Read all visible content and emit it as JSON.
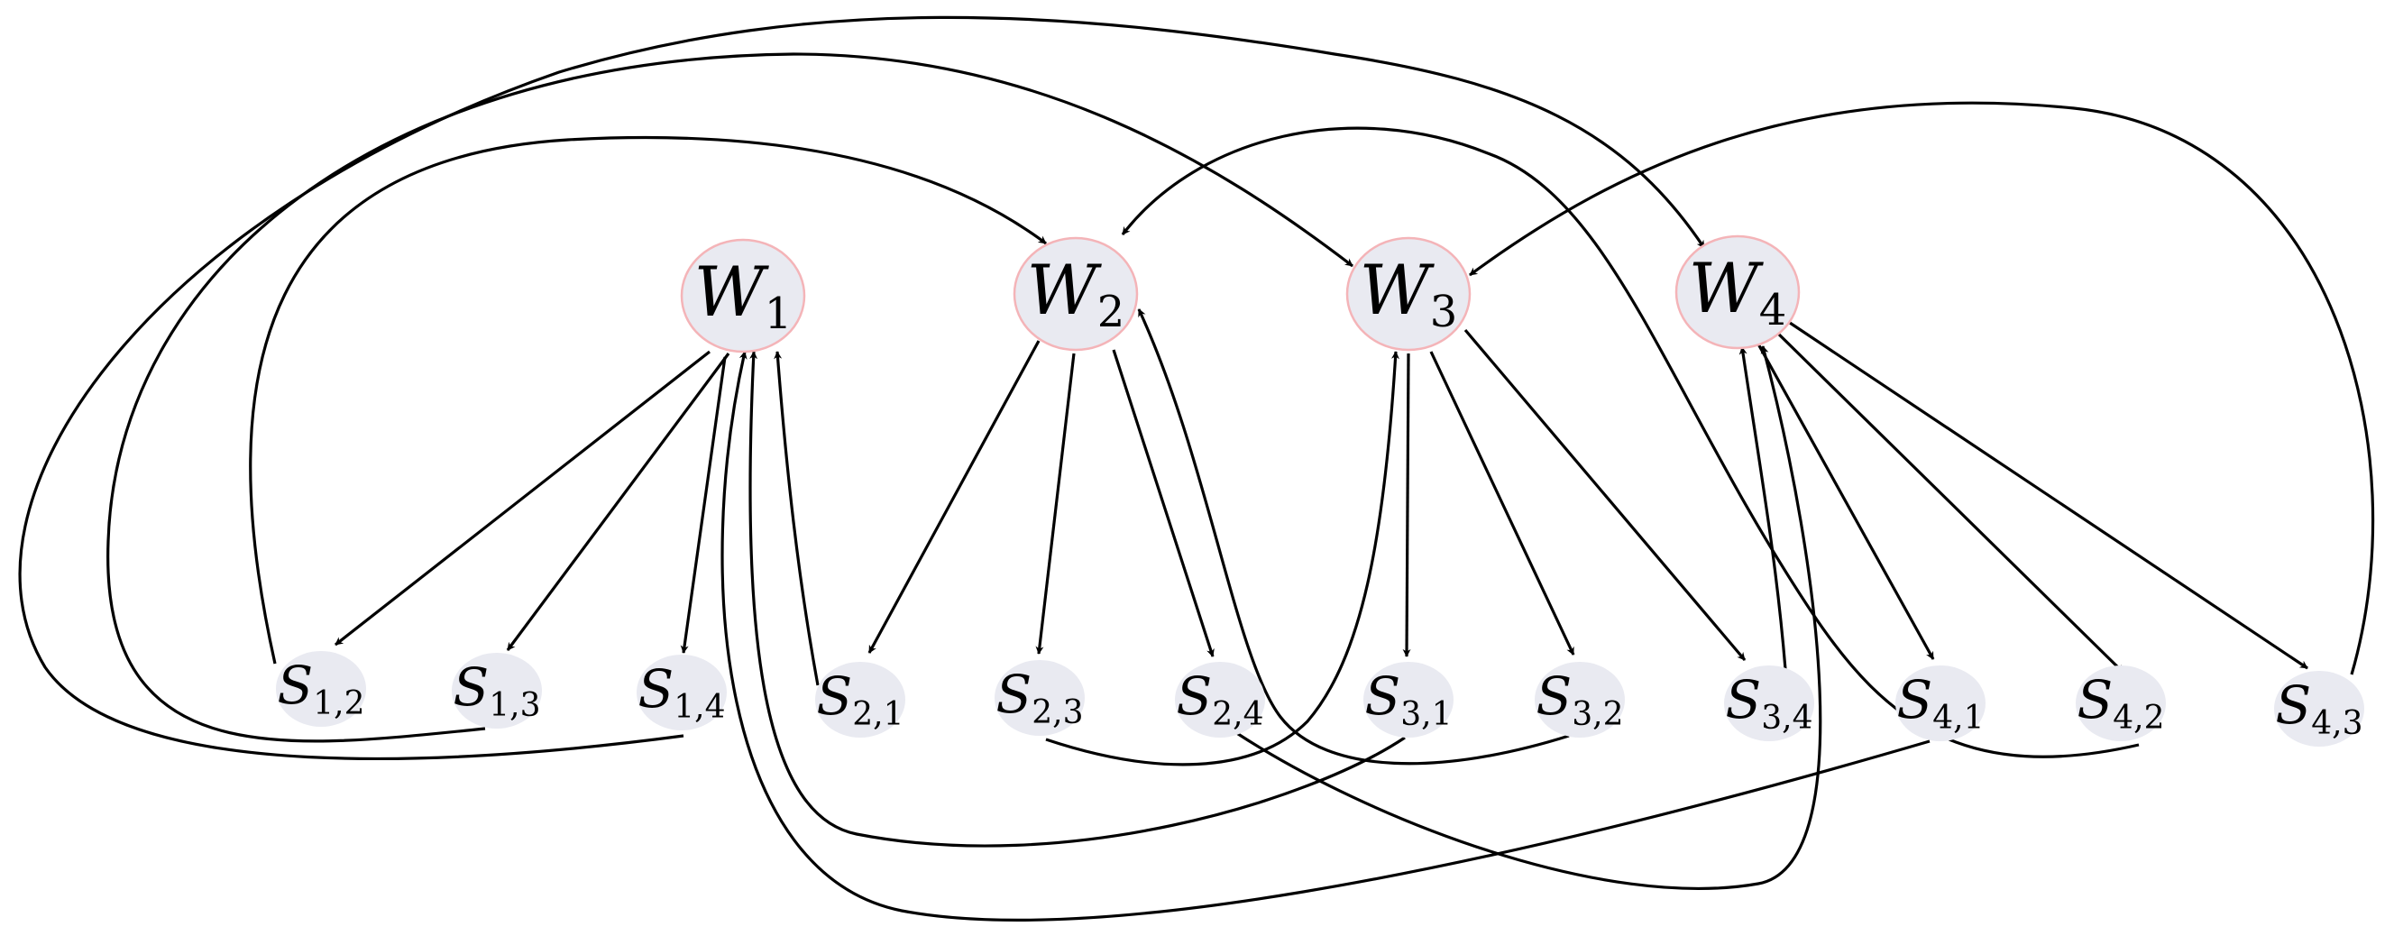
{
  "nodes": [
    {
      "id": "W1",
      "base": "W",
      "sub": "1",
      "kind": "worker"
    },
    {
      "id": "W2",
      "base": "W",
      "sub": "2",
      "kind": "worker"
    },
    {
      "id": "W3",
      "base": "W",
      "sub": "3",
      "kind": "worker"
    },
    {
      "id": "W4",
      "base": "W",
      "sub": "4",
      "kind": "worker"
    },
    {
      "id": "S12",
      "base": "S",
      "sub": "1,2",
      "kind": "state"
    },
    {
      "id": "S13",
      "base": "S",
      "sub": "1,3",
      "kind": "state"
    },
    {
      "id": "S14",
      "base": "S",
      "sub": "1,4",
      "kind": "state"
    },
    {
      "id": "S21",
      "base": "S",
      "sub": "2,1",
      "kind": "state"
    },
    {
      "id": "S23",
      "base": "S",
      "sub": "2,3",
      "kind": "state"
    },
    {
      "id": "S24",
      "base": "S",
      "sub": "2,4",
      "kind": "state"
    },
    {
      "id": "S31",
      "base": "S",
      "sub": "3,1",
      "kind": "state"
    },
    {
      "id": "S32",
      "base": "S",
      "sub": "3,2",
      "kind": "state"
    },
    {
      "id": "S34",
      "base": "S",
      "sub": "3,4",
      "kind": "state"
    },
    {
      "id": "S41",
      "base": "S",
      "sub": "4,1",
      "kind": "state"
    },
    {
      "id": "S42",
      "base": "S",
      "sub": "4,2",
      "kind": "state"
    },
    {
      "id": "S43",
      "base": "S",
      "sub": "4,3",
      "kind": "state"
    }
  ],
  "edges": [
    {
      "from": "W1",
      "to": "S12"
    },
    {
      "from": "W1",
      "to": "S13"
    },
    {
      "from": "W1",
      "to": "S14"
    },
    {
      "from": "W2",
      "to": "S21"
    },
    {
      "from": "W2",
      "to": "S23"
    },
    {
      "from": "W2",
      "to": "S24"
    },
    {
      "from": "W3",
      "to": "S31"
    },
    {
      "from": "W3",
      "to": "S32"
    },
    {
      "from": "W3",
      "to": "S34"
    },
    {
      "from": "W4",
      "to": "S41"
    },
    {
      "from": "W4",
      "to": "S42"
    },
    {
      "from": "W4",
      "to": "S43"
    },
    {
      "from": "S12",
      "to": "W2"
    },
    {
      "from": "S13",
      "to": "W3"
    },
    {
      "from": "S14",
      "to": "W4"
    },
    {
      "from": "S21",
      "to": "W1"
    },
    {
      "from": "S23",
      "to": "W3"
    },
    {
      "from": "S24",
      "to": "W4"
    },
    {
      "from": "S31",
      "to": "W1"
    },
    {
      "from": "S32",
      "to": "W2"
    },
    {
      "from": "S34",
      "to": "W4"
    },
    {
      "from": "S41",
      "to": "W1"
    },
    {
      "from": "S42",
      "to": "W2"
    },
    {
      "from": "S43",
      "to": "W3"
    }
  ],
  "colors": {
    "node_fill": "#e9eaf1",
    "worker_outline": "#f4b4b8",
    "edge": "#000000"
  }
}
